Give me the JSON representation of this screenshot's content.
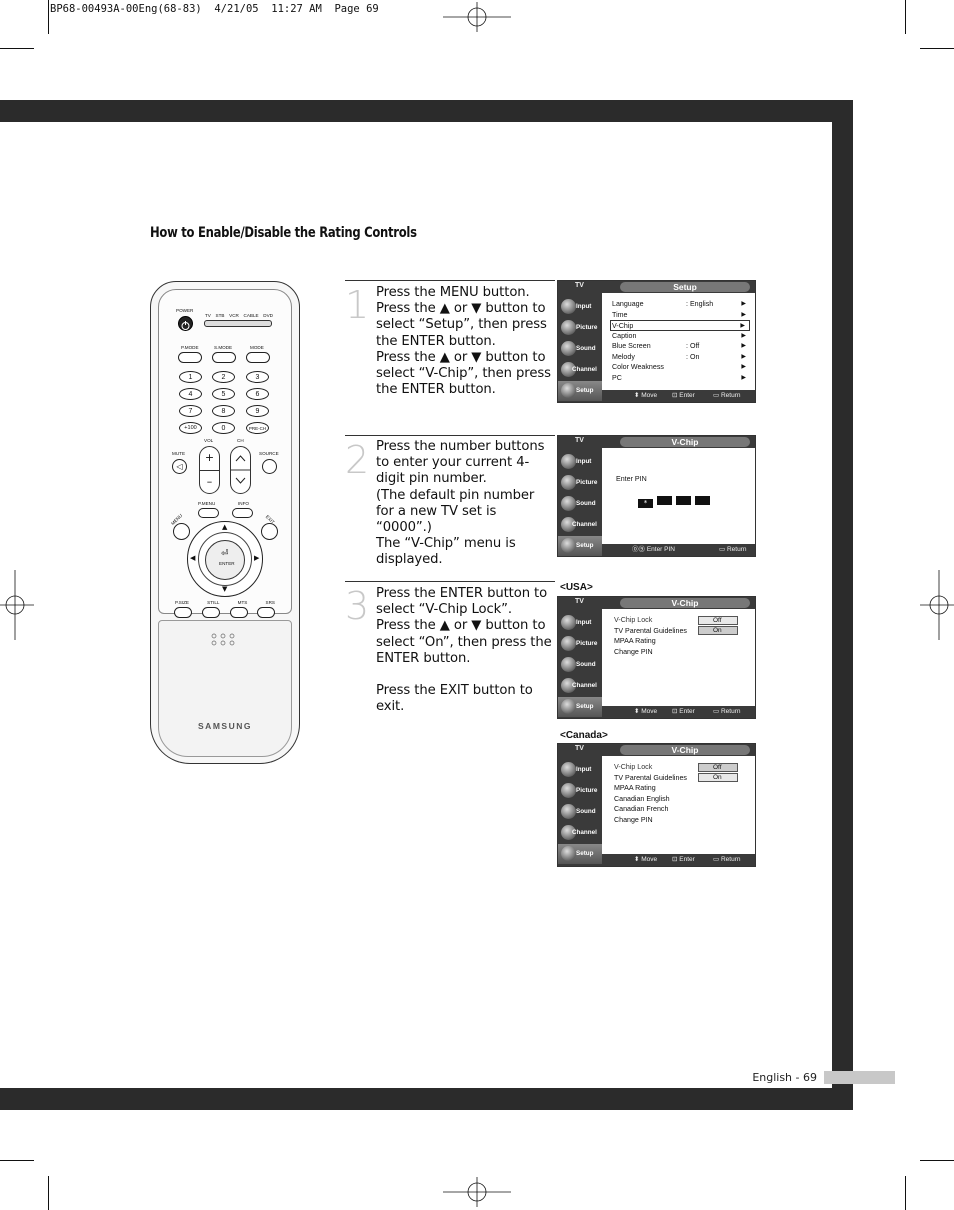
{
  "print_slug": "BP68-00493A-00Eng(68-83)  4/21/05  11:27 AM  Page 69",
  "page_title": "How to Enable/Disable the Rating Controls",
  "remote": {
    "power": "POWER",
    "source_modes": [
      "TV",
      "STB",
      "VCR",
      "CABLE",
      "DVD"
    ],
    "mode_labels": [
      "P.MODE",
      "S.MODE",
      "MODE"
    ],
    "numbers": [
      "1",
      "2",
      "3",
      "4",
      "5",
      "6",
      "7",
      "8",
      "9",
      "+100",
      "0",
      "PRE-CH"
    ],
    "vol": "VOL",
    "ch": "CH",
    "mute": "MUTE",
    "source": "SOURCE",
    "pmenu": "P.MENU",
    "info": "INFO",
    "menu": "MENU",
    "exit": "EXIT",
    "enter": "ENTER",
    "bottom_labels": [
      "P.SIZE",
      "STILL",
      "MTS",
      "SRS"
    ],
    "brand": "SAMSUNG"
  },
  "steps": [
    {
      "num": "1",
      "text": "Press the MENU button.\nPress the ▲ or ▼ button to select “Setup”, then press the ENTER button.\nPress the ▲ or ▼ button to select “V-Chip”, then press the ENTER button."
    },
    {
      "num": "2",
      "text": "Press the number buttons to enter your current 4-digit pin number.\n(The default pin number for a new TV set is “0000”.)\nThe “V-Chip” menu is displayed."
    },
    {
      "num": "3",
      "text": "Press the ENTER button to select “V-Chip Lock”.\nPress the ▲ or ▼ button to select “On”, then press the ENTER button.\n\nPress the EXIT button to exit."
    }
  ],
  "osd": {
    "tv": "TV",
    "sidebar": [
      "Input",
      "Picture",
      "Sound",
      "Channel",
      "Setup"
    ],
    "setup": {
      "title": "Setup",
      "rows": [
        {
          "label": "Language",
          "value": ": English"
        },
        {
          "label": "Time",
          "value": ""
        },
        {
          "label": "V-Chip",
          "value": ""
        },
        {
          "label": "Caption",
          "value": ""
        },
        {
          "label": "Blue Screen",
          "value": ": Off"
        },
        {
          "label": "Melody",
          "value": ": On"
        },
        {
          "label": "Color Weakness",
          "value": ""
        },
        {
          "label": "PC",
          "value": ""
        }
      ],
      "footer": [
        "Move",
        "Enter",
        "Return"
      ]
    },
    "pin": {
      "title": "V-Chip",
      "enter_pin": "Enter PIN",
      "first_digit": "*",
      "footer": [
        "Enter PIN",
        "Return"
      ]
    },
    "usa": {
      "tag": "<USA>",
      "title": "V-Chip",
      "rows": [
        "V-Chip Lock",
        "TV Parental Guidelines",
        "MPAA Rating",
        "Change PIN"
      ],
      "options": [
        "Off",
        "On"
      ],
      "footer": [
        "Move",
        "Enter",
        "Return"
      ]
    },
    "canada": {
      "tag": "<Canada>",
      "title": "V-Chip",
      "rows": [
        "V-Chip Lock",
        "TV Parental Guidelines",
        "MPAA Rating",
        "Canadian English",
        "Canadian French",
        "Change PIN"
      ],
      "options": [
        "Off",
        "On"
      ],
      "footer": [
        "Move",
        "Enter",
        "Return"
      ]
    }
  },
  "footer": {
    "text": "English - 69"
  }
}
